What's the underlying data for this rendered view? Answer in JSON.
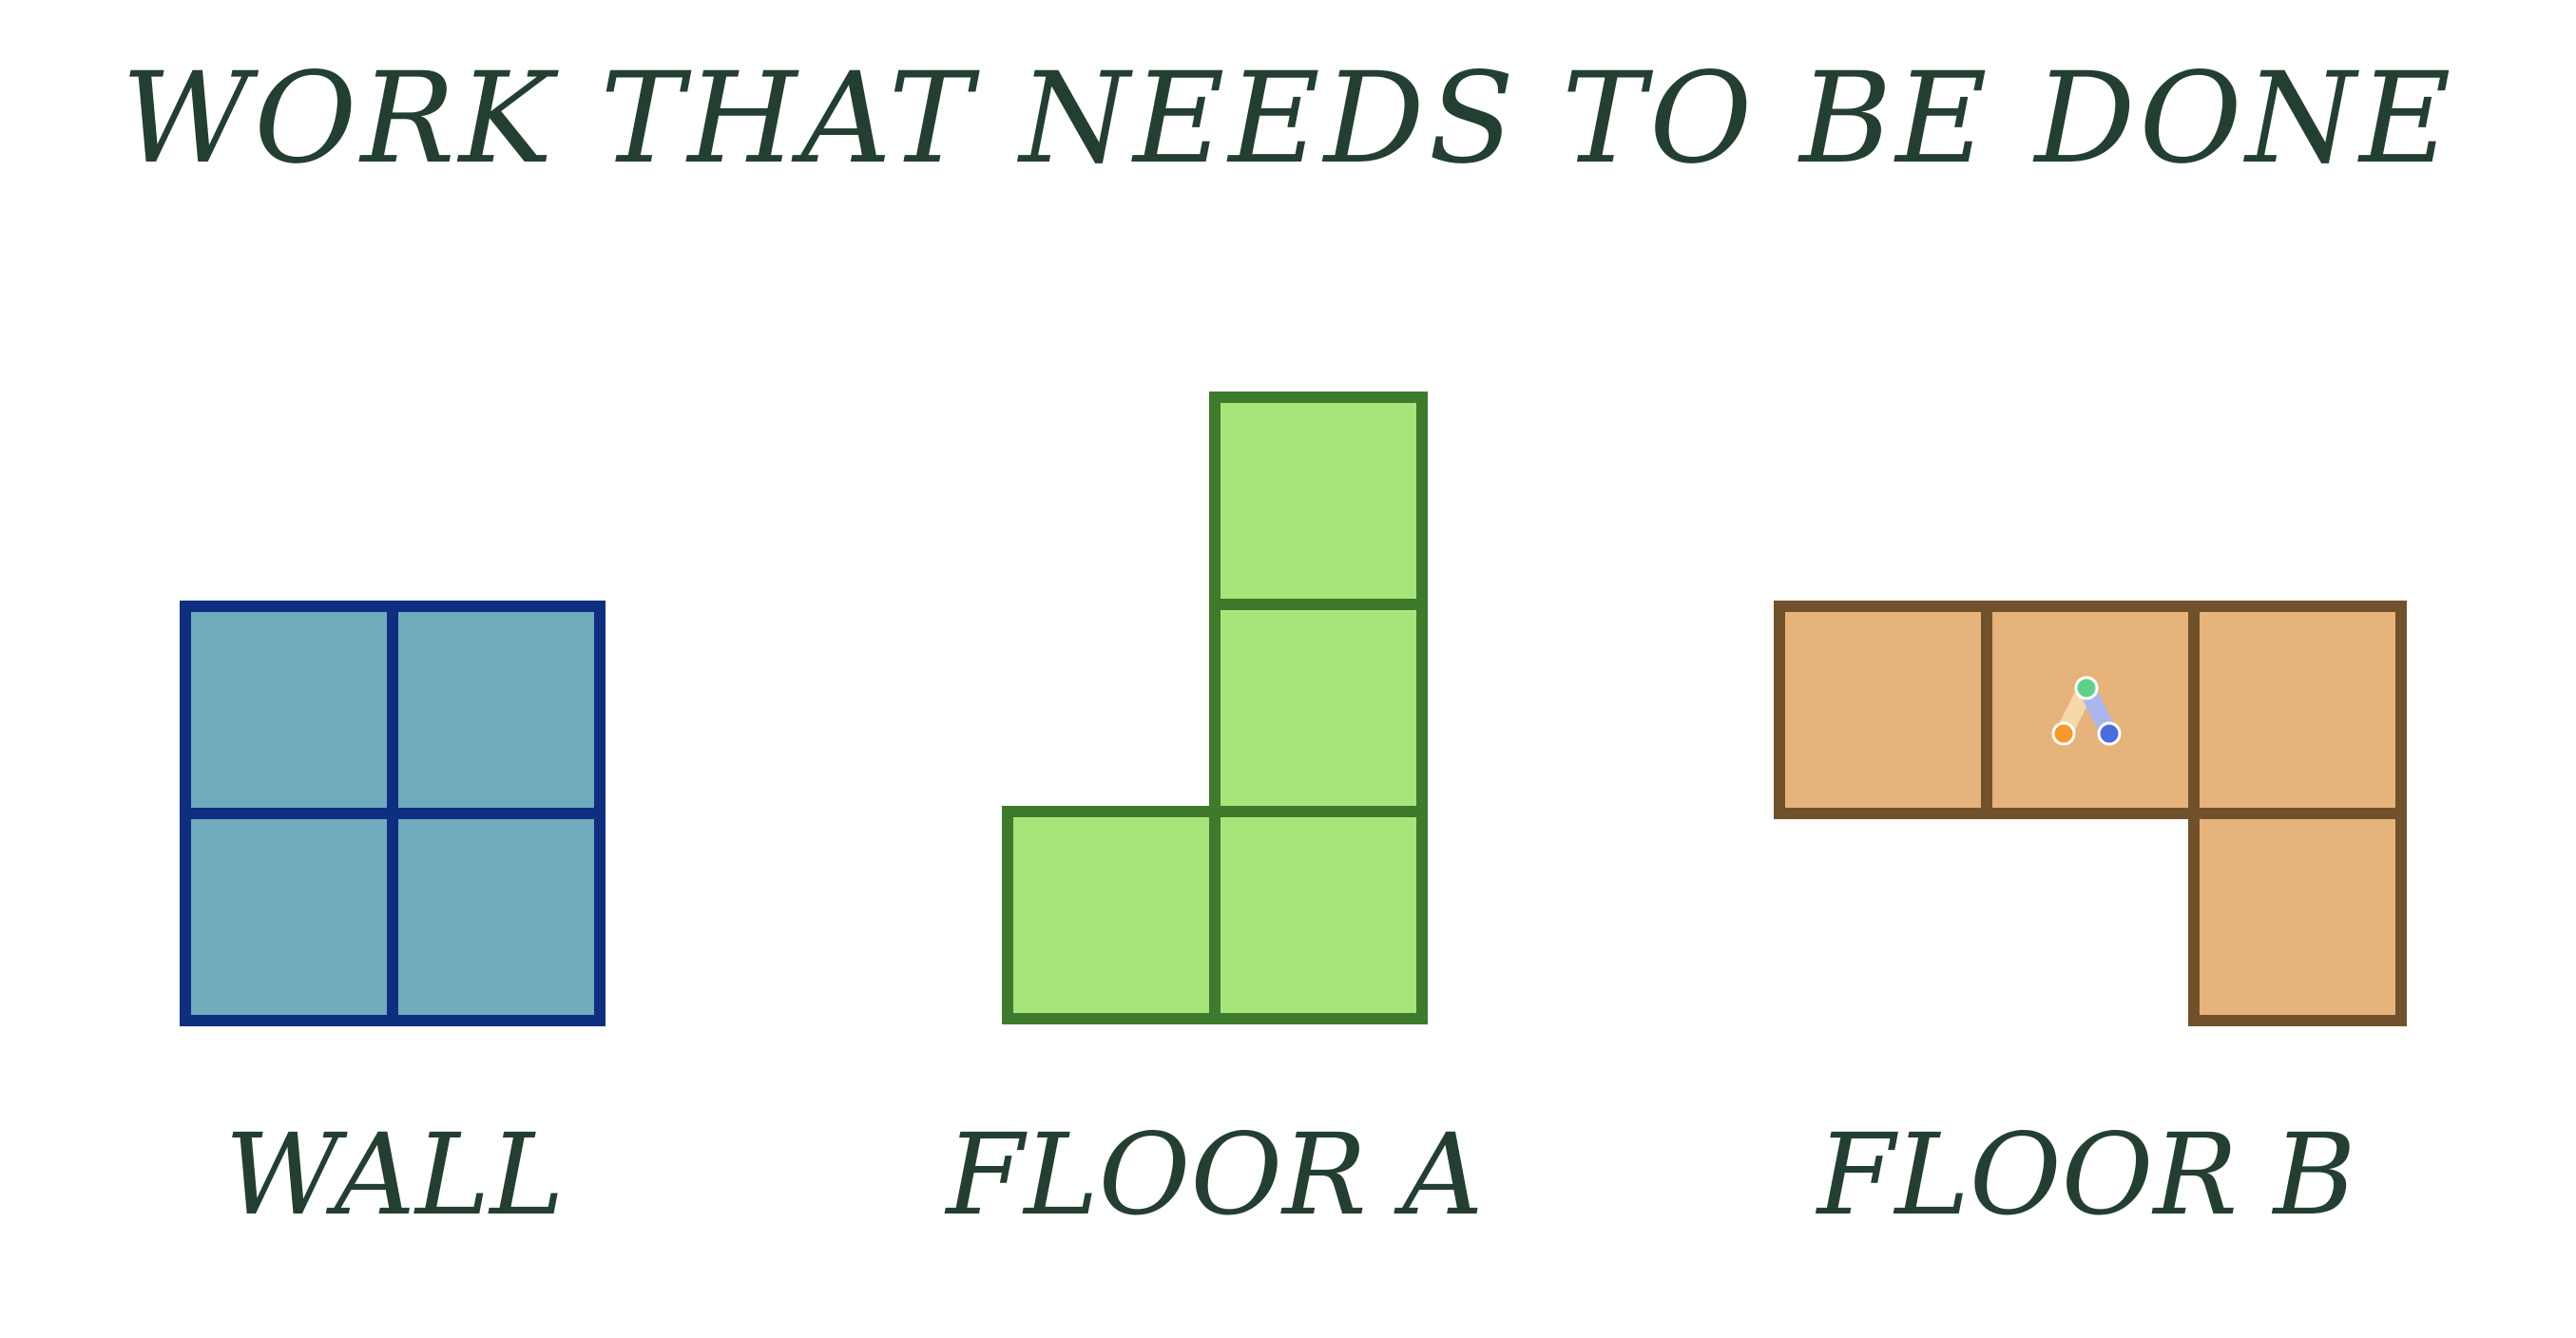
{
  "title": "Work that needs to be done",
  "colors": {
    "text": "#233f31",
    "background": "#ffffff"
  },
  "shapes": [
    {
      "name": "wall",
      "label": "Wall",
      "fill": "#6faabd",
      "stroke": "#0e2f7f",
      "tiles": [
        [
          0,
          0
        ],
        [
          1,
          0
        ],
        [
          0,
          1
        ],
        [
          1,
          1
        ]
      ]
    },
    {
      "name": "floor-a",
      "label": "Floor A",
      "fill": "#a7e57b",
      "stroke": "#3e7a2b",
      "tiles": [
        [
          1,
          0
        ],
        [
          1,
          1
        ],
        [
          0,
          2
        ],
        [
          1,
          2
        ]
      ]
    },
    {
      "name": "floor-b",
      "label": "Floor B",
      "fill": "#e6b37a",
      "stroke": "#71512c",
      "tiles": [
        [
          0,
          0
        ],
        [
          1,
          0
        ],
        [
          2,
          0
        ],
        [
          2,
          1
        ]
      ]
    }
  ],
  "logo": {
    "icon": "app-logo-icon",
    "colors": [
      "#f59a2a",
      "#5fd08a",
      "#4a6ee0"
    ]
  }
}
